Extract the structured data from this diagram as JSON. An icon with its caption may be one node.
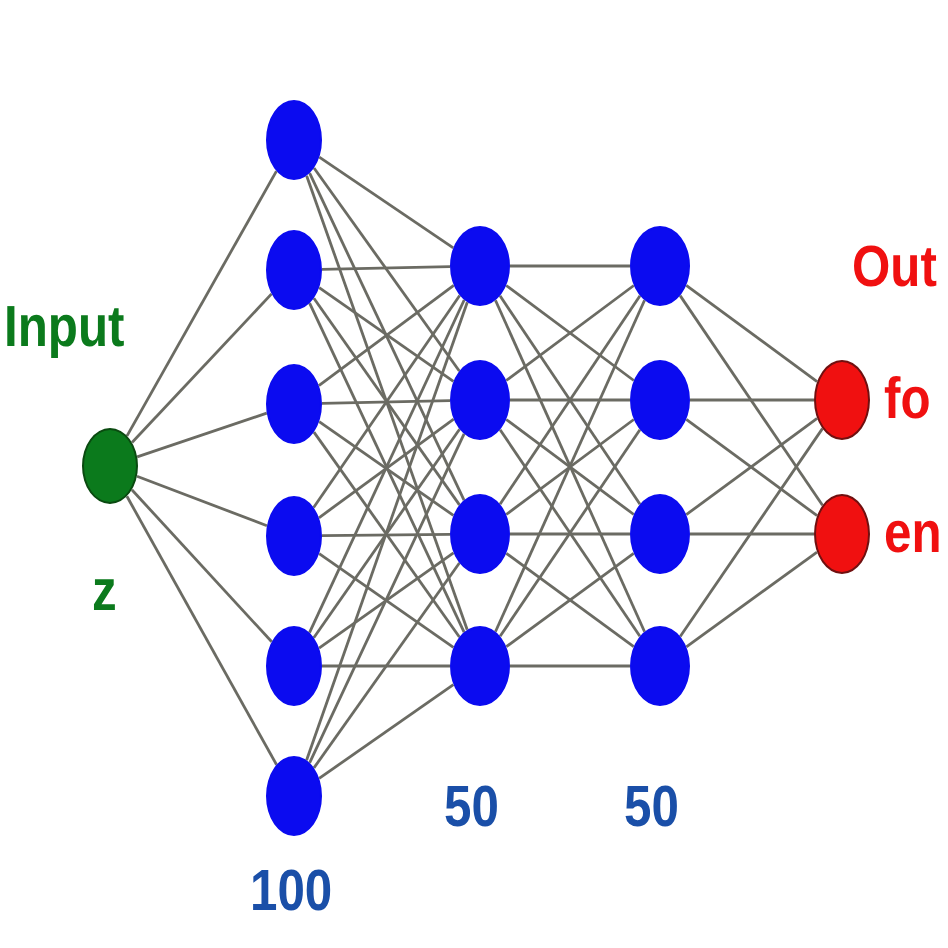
{
  "diagram": {
    "nodes": [
      {
        "text": [],
        "shape": "circle",
        "beside": [
          "Input",
          "z"
        ]
      },
      {
        "text": [],
        "shape": "circle"
      },
      {
        "text": [],
        "shape": "circle"
      },
      {
        "text": [],
        "shape": "circle"
      },
      {
        "text": [],
        "shape": "circle"
      },
      {
        "text": [],
        "shape": "circle"
      },
      {
        "text": [],
        "shape": "circle"
      },
      {
        "text": [],
        "shape": "circle"
      },
      {
        "text": [],
        "shape": "circle"
      },
      {
        "text": [],
        "shape": "circle"
      },
      {
        "text": [],
        "shape": "circle"
      },
      {
        "text": [],
        "shape": "circle"
      },
      {
        "text": [],
        "shape": "circle"
      },
      {
        "text": [],
        "shape": "circle"
      },
      {
        "text": [],
        "shape": "circle"
      },
      {
        "text": [],
        "shape": "circle",
        "beside": [
          "fo"
        ]
      },
      {
        "text": [],
        "shape": "circle",
        "beside": [
          "en"
        ]
      }
    ],
    "edges": [
      {
        "from": 0,
        "to": 1,
        "arrow": "none"
      },
      {
        "from": 0,
        "to": 2,
        "arrow": "none"
      },
      {
        "from": 0,
        "to": 3,
        "arrow": "none"
      },
      {
        "from": 0,
        "to": 4,
        "arrow": "none"
      },
      {
        "from": 0,
        "to": 5,
        "arrow": "none"
      },
      {
        "from": 0,
        "to": 6,
        "arrow": "none"
      },
      {
        "from": 1,
        "to": 7,
        "arrow": "none"
      },
      {
        "from": 1,
        "to": 8,
        "arrow": "none"
      },
      {
        "from": 1,
        "to": 9,
        "arrow": "none"
      },
      {
        "from": 1,
        "to": 10,
        "arrow": "none"
      },
      {
        "from": 2,
        "to": 7,
        "arrow": "none"
      },
      {
        "from": 2,
        "to": 8,
        "arrow": "none"
      },
      {
        "from": 2,
        "to": 9,
        "arrow": "none"
      },
      {
        "from": 2,
        "to": 10,
        "arrow": "none"
      },
      {
        "from": 3,
        "to": 7,
        "arrow": "none"
      },
      {
        "from": 3,
        "to": 8,
        "arrow": "none"
      },
      {
        "from": 3,
        "to": 9,
        "arrow": "none"
      },
      {
        "from": 3,
        "to": 10,
        "arrow": "none"
      },
      {
        "from": 4,
        "to": 7,
        "arrow": "none"
      },
      {
        "from": 4,
        "to": 8,
        "arrow": "none"
      },
      {
        "from": 4,
        "to": 9,
        "arrow": "none"
      },
      {
        "from": 4,
        "to": 10,
        "arrow": "none"
      },
      {
        "from": 5,
        "to": 7,
        "arrow": "none"
      },
      {
        "from": 5,
        "to": 8,
        "arrow": "none"
      },
      {
        "from": 5,
        "to": 9,
        "arrow": "none"
      },
      {
        "from": 5,
        "to": 10,
        "arrow": "none"
      },
      {
        "from": 6,
        "to": 7,
        "arrow": "none"
      },
      {
        "from": 6,
        "to": 8,
        "arrow": "none"
      },
      {
        "from": 6,
        "to": 9,
        "arrow": "none"
      },
      {
        "from": 6,
        "to": 10,
        "arrow": "none"
      },
      {
        "from": 7,
        "to": 11,
        "arrow": "none"
      },
      {
        "from": 7,
        "to": 12,
        "arrow": "none"
      },
      {
        "from": 7,
        "to": 13,
        "arrow": "none"
      },
      {
        "from": 7,
        "to": 14,
        "arrow": "none"
      },
      {
        "from": 8,
        "to": 11,
        "arrow": "none"
      },
      {
        "from": 8,
        "to": 12,
        "arrow": "none"
      },
      {
        "from": 8,
        "to": 13,
        "arrow": "none"
      },
      {
        "from": 8,
        "to": 14,
        "arrow": "none"
      },
      {
        "from": 9,
        "to": 11,
        "arrow": "none"
      },
      {
        "from": 9,
        "to": 12,
        "arrow": "none"
      },
      {
        "from": 9,
        "to": 13,
        "arrow": "none"
      },
      {
        "from": 9,
        "to": 14,
        "arrow": "none"
      },
      {
        "from": 10,
        "to": 11,
        "arrow": "none"
      },
      {
        "from": 10,
        "to": 12,
        "arrow": "none"
      },
      {
        "from": 10,
        "to": 13,
        "arrow": "none"
      },
      {
        "from": 10,
        "to": 14,
        "arrow": "none"
      },
      {
        "from": 11,
        "to": 15,
        "arrow": "none"
      },
      {
        "from": 11,
        "to": 16,
        "arrow": "none"
      },
      {
        "from": 12,
        "to": 15,
        "arrow": "none"
      },
      {
        "from": 12,
        "to": 16,
        "arrow": "none"
      },
      {
        "from": 13,
        "to": 15,
        "arrow": "none"
      },
      {
        "from": 13,
        "to": 16,
        "arrow": "none"
      },
      {
        "from": 14,
        "to": 15,
        "arrow": "none"
      },
      {
        "from": 14,
        "to": 16,
        "arrow": "none"
      }
    ],
    "labels": [
      "Out",
      "100",
      "50",
      "50"
    ]
  }
}
